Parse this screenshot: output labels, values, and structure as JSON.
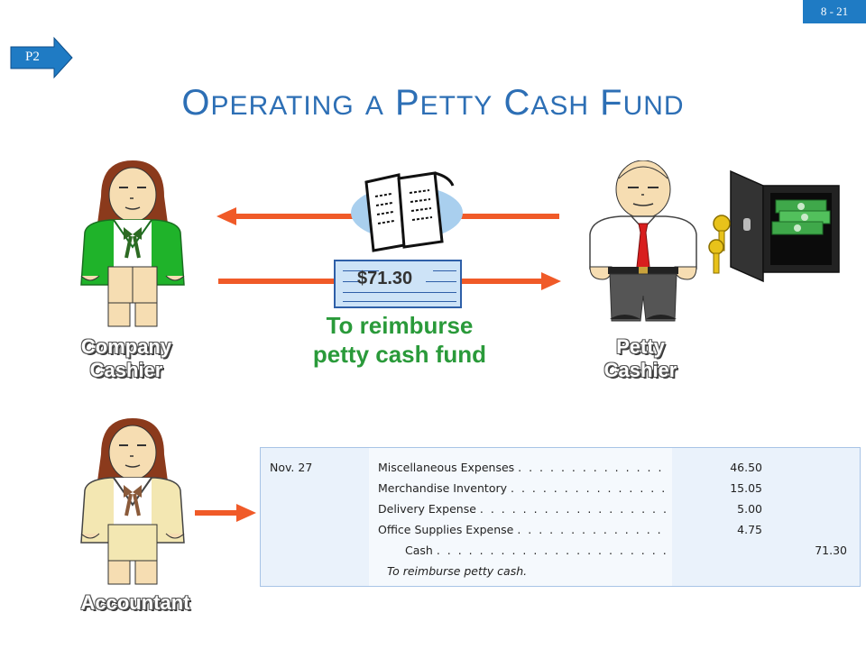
{
  "slide": {
    "number": "8 - 21",
    "tag": "P2"
  },
  "title": {
    "w1_first": "O",
    "w1_rest": "PERATING",
    "w2": "A",
    "w3_first": "P",
    "w3_rest": "ETTY",
    "w4_first": "C",
    "w4_rest": "ASH",
    "w5_first": "F",
    "w5_rest": "UND"
  },
  "people": {
    "company_cashier": {
      "line1": "Company",
      "line2": "Cashier"
    },
    "petty_cashier": {
      "line1": "Petty",
      "line2": "Cashier"
    },
    "accountant": {
      "line1": "Accountant"
    }
  },
  "check": {
    "amount": "$71.30"
  },
  "note": {
    "line1": "To reimburse",
    "line2": "petty cash fund"
  },
  "journal": {
    "date": "Nov. 27",
    "entries": [
      {
        "account": "Miscellaneous Expenses",
        "dots": ". . . . . . . . . . . . . . . . . . . . . .",
        "debit": "46.50",
        "credit": ""
      },
      {
        "account": "Merchandise Inventory",
        "dots": ". . . . . . . . . . . . . . . . . . . . . .",
        "debit": "15.05",
        "credit": ""
      },
      {
        "account": "Delivery Expense",
        "dots": ". . . . . . . . . . . . . . . . . . . . . . . . . . .",
        "debit": "5.00",
        "credit": ""
      },
      {
        "account": "Office Supplies Expense",
        "dots": ". . . . . . . . . . . . . . . . . . . . .",
        "debit": "4.75",
        "credit": ""
      },
      {
        "account": "Cash",
        "dots": ". . . . . . . . . . . . . . . . . . . . . . . . . . . . . . .",
        "debit": "",
        "credit": "71.30"
      }
    ],
    "explanation": "To reimburse petty cash."
  },
  "colors": {
    "accent_blue": "#2d6fb5",
    "arrow_red": "#f05a28",
    "note_green": "#2a9a3a",
    "jacket_green": "#1fb32a",
    "jacket_tan": "#f3e7b2"
  }
}
